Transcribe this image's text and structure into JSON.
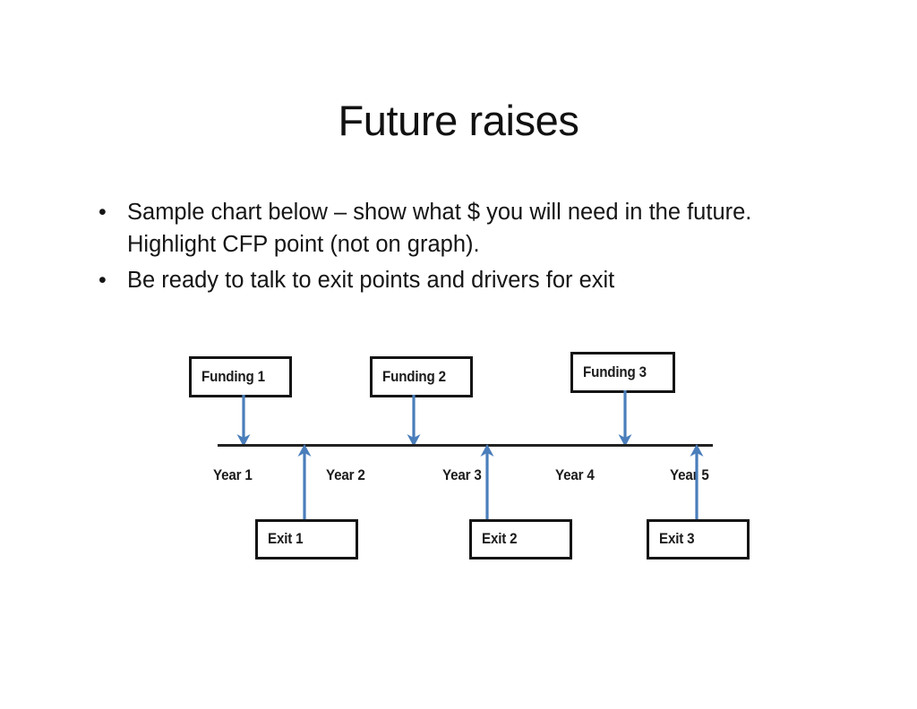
{
  "slide": {
    "title": "Future raises",
    "bullets": [
      {
        "marker": "•",
        "text": "Sample chart below – show what $ you will need in the future.  Highlight CFP point (not on graph)."
      },
      {
        "marker": "•",
        "text": "Be ready to talk to exit points and drivers for exit"
      }
    ]
  },
  "diagram": {
    "axis_color": "#222222",
    "arrow_color": "#4a7ebb",
    "box_border_color": "#151515",
    "funding_nodes": [
      {
        "label": "Funding 1"
      },
      {
        "label": "Funding 2"
      },
      {
        "label": "Funding 3"
      }
    ],
    "exit_nodes": [
      {
        "label": "Exit 1"
      },
      {
        "label": "Exit 2"
      },
      {
        "label": "Exit 3"
      }
    ],
    "year_labels": [
      {
        "label": "Year 1"
      },
      {
        "label": "Year 2"
      },
      {
        "label": "Year 3"
      },
      {
        "label": "Year 4"
      },
      {
        "label": "Year 5"
      }
    ]
  }
}
